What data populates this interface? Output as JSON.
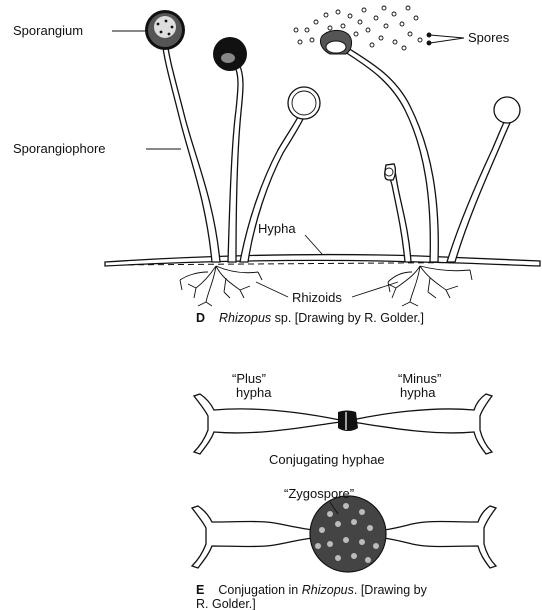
{
  "panel_d": {
    "labels": {
      "sporangium": "Sporangium",
      "sporangiophore": "Sporangiophore",
      "spores": "Spores",
      "hypha": "Hypha",
      "rhizoids": "Rhizoids"
    },
    "caption": {
      "letter": "D",
      "genus": "Rhizopus",
      "rest": " sp. [Drawing by R. Golder.]"
    }
  },
  "panel_e": {
    "labels": {
      "plus_line1": "“Plus”",
      "plus_line2": "hypha",
      "minus_line1": "“Minus”",
      "minus_line2": "hypha",
      "conjugating": "Conjugating hyphae",
      "zygospore": "“Zygospore”"
    },
    "caption": {
      "letter": "E",
      "line1_before": "Conjugation in ",
      "genus": "Rhizopus",
      "line1_after": ". [Drawing by",
      "line2": "R. Golder.]"
    }
  },
  "colors": {
    "ink": "#111111",
    "paper": "#ffffff"
  }
}
